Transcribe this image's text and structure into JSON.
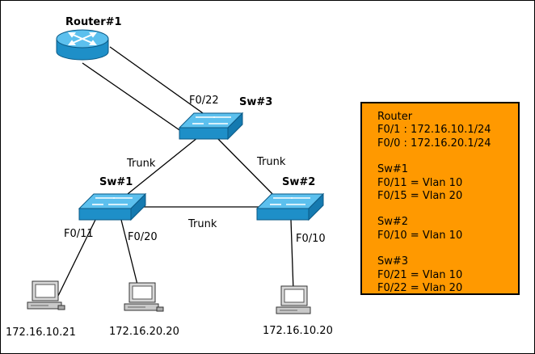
{
  "devices": {
    "router": {
      "name": "Router#1"
    },
    "sw1": {
      "name": "Sw#1"
    },
    "sw2": {
      "name": "Sw#2"
    },
    "sw3": {
      "name": "Sw#3"
    }
  },
  "links": {
    "sw3_port": "F0/22",
    "sw1_sw3": "Trunk",
    "sw2_sw3": "Trunk",
    "sw1_sw2": "Trunk",
    "sw1_pc1_port": "F0/11",
    "sw1_pc2_port": "F0/20",
    "sw2_pc3_port": "F0/10"
  },
  "hosts": [
    {
      "ip": "172.16.10.21"
    },
    {
      "ip": "172.16.20.20"
    },
    {
      "ip": "172.16.10.20"
    }
  ],
  "config": {
    "router": {
      "title": "Router",
      "lines": [
        "F0/1 : 172.16.10.1/24",
        "F0/0 : 172.16.20.1/24"
      ]
    },
    "sw1": {
      "title": "Sw#1",
      "lines": [
        "F0/11 = Vlan 10",
        "F0/15 = Vlan 20"
      ]
    },
    "sw2": {
      "title": "Sw#2",
      "lines": [
        "F0/10 = Vlan 10"
      ]
    },
    "sw3": {
      "title": "Sw#3",
      "lines": [
        "F0/21 = Vlan 10",
        "F0/22 = Vlan 20"
      ]
    }
  },
  "colors": {
    "device_fill": "#1e8fc8",
    "device_top": "#5cc0ee",
    "config_fill": "#ff9900"
  }
}
